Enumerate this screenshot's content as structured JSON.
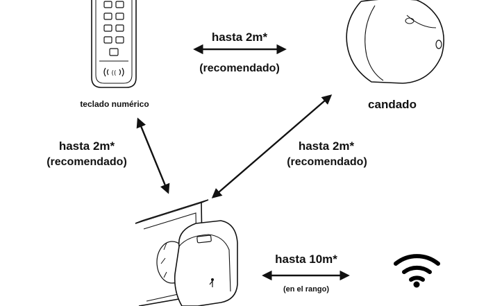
{
  "devices": {
    "keypad_label": "teclado numérico",
    "lock_label": "candado",
    "wifi_icon": "wifi-icon"
  },
  "links": {
    "keypad_lock": {
      "distance": "hasta 2m*",
      "note": "(recomendado)"
    },
    "keypad_bridge": {
      "distance": "hasta 2m*",
      "note": "(recomendado)"
    },
    "lock_bridge": {
      "distance": "hasta 2m*",
      "note": "(recomendado)"
    },
    "bridge_wifi": {
      "distance": "hasta 10m*",
      "note": "(en el rango)"
    }
  }
}
